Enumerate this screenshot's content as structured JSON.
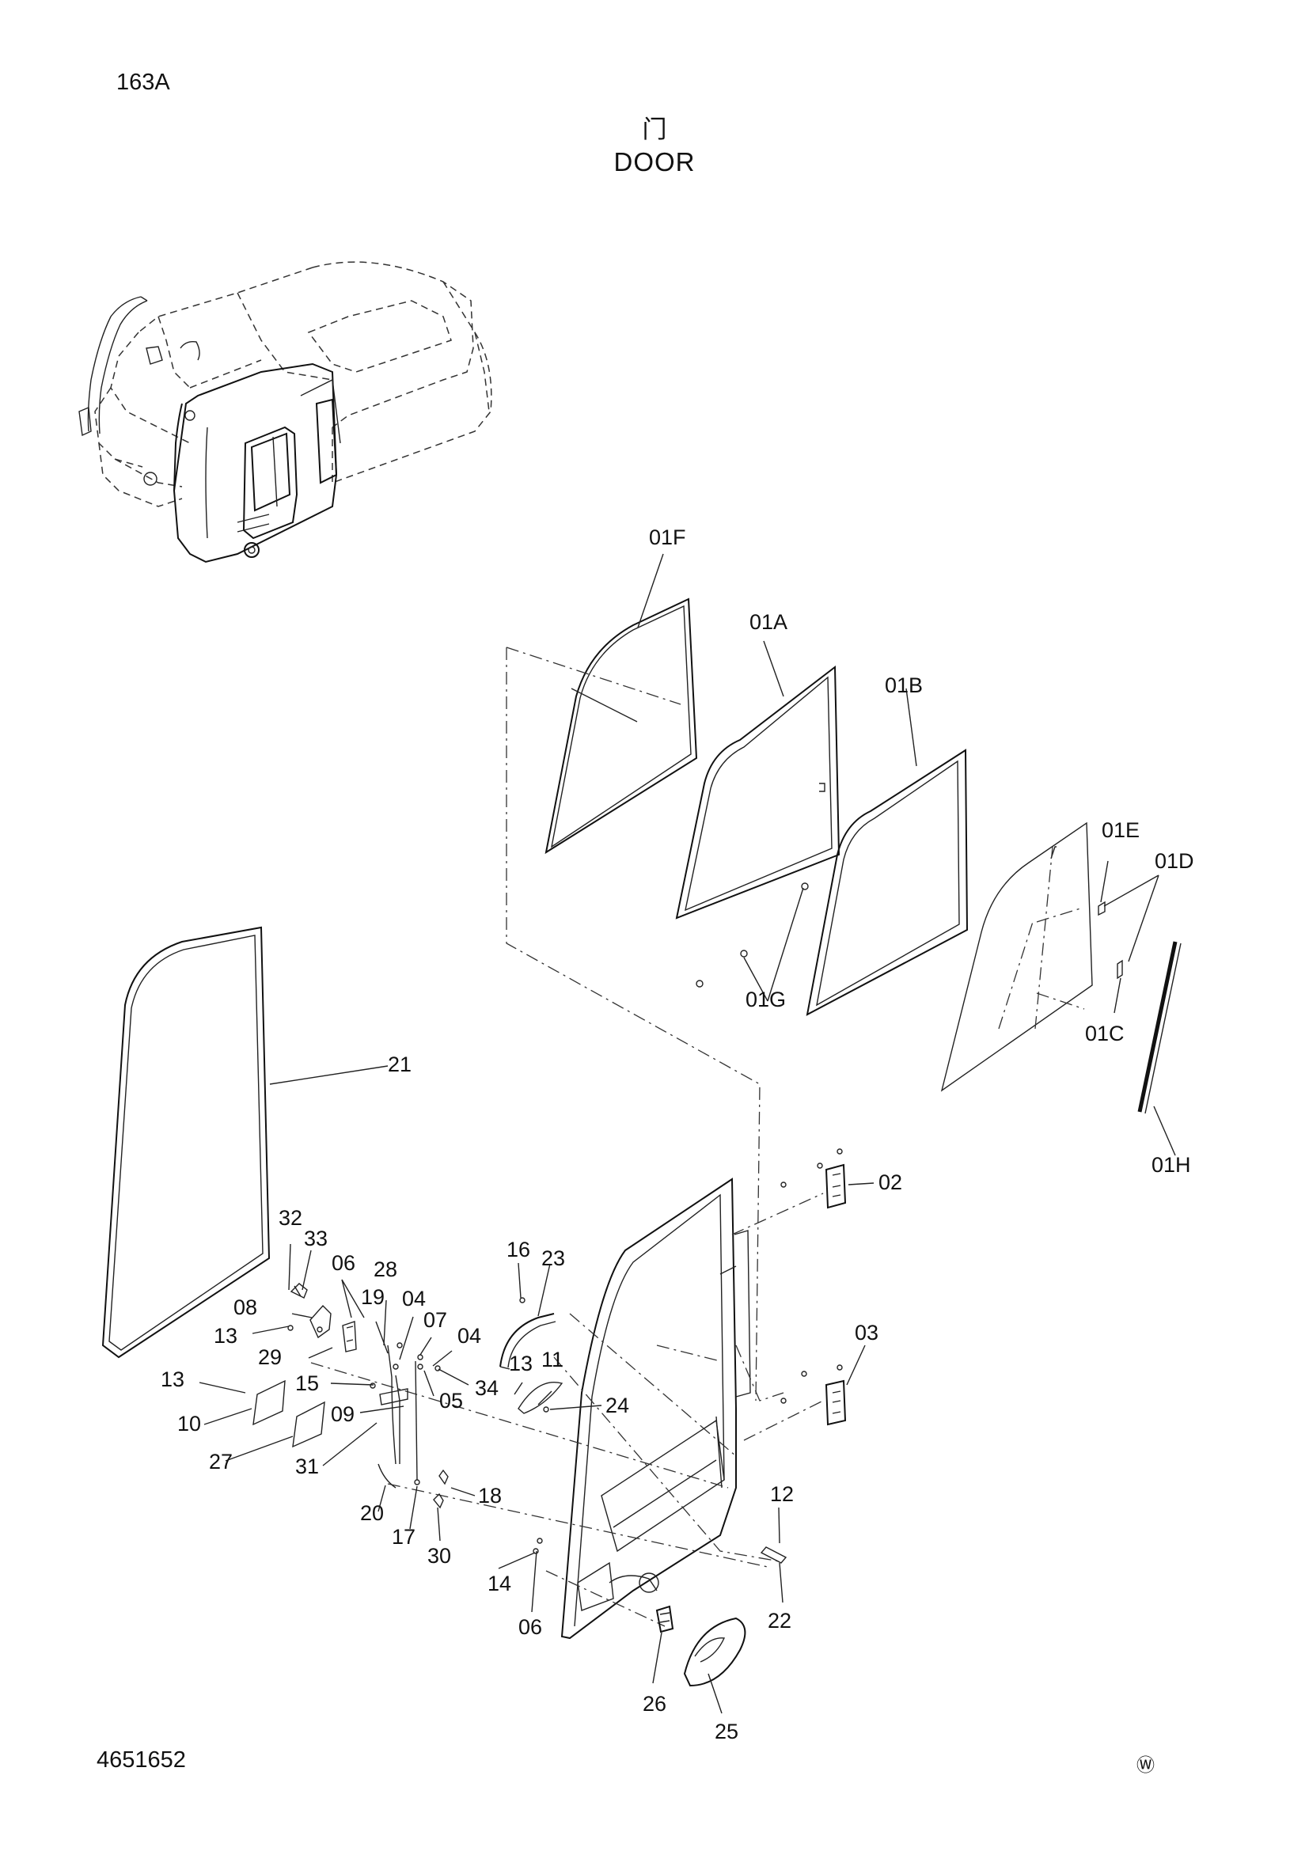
{
  "page_id": "163A",
  "title_cn": "门",
  "title_en": "DOOR",
  "doc_number": "4651652",
  "corner_mark": "Ⓦ",
  "callouts": {
    "c01F": "01F",
    "c01A": "01A",
    "c01B": "01B",
    "c01E": "01E",
    "c01D": "01D",
    "c01G": "01G",
    "c01C": "01C",
    "c01H": "01H",
    "c21": "21",
    "c02": "02",
    "c03": "03",
    "c32": "32",
    "c33": "33",
    "c06a": "06",
    "c28": "28",
    "c19": "19",
    "c04a": "04",
    "c07": "07",
    "c04b": "04",
    "c08": "08",
    "c13a": "13",
    "c29": "29",
    "c34": "34",
    "c13b": "13",
    "c15": "15",
    "c05": "05",
    "c10": "10",
    "c09": "09",
    "c27": "27",
    "c31": "31",
    "c16": "16",
    "c23": "23",
    "c13c": "13",
    "c11": "11",
    "c24": "24",
    "c18": "18",
    "c20": "20",
    "c17": "17",
    "c30": "30",
    "c14": "14",
    "c06b": "06",
    "c12": "12",
    "c22": "22",
    "c26": "26",
    "c25": "25"
  }
}
